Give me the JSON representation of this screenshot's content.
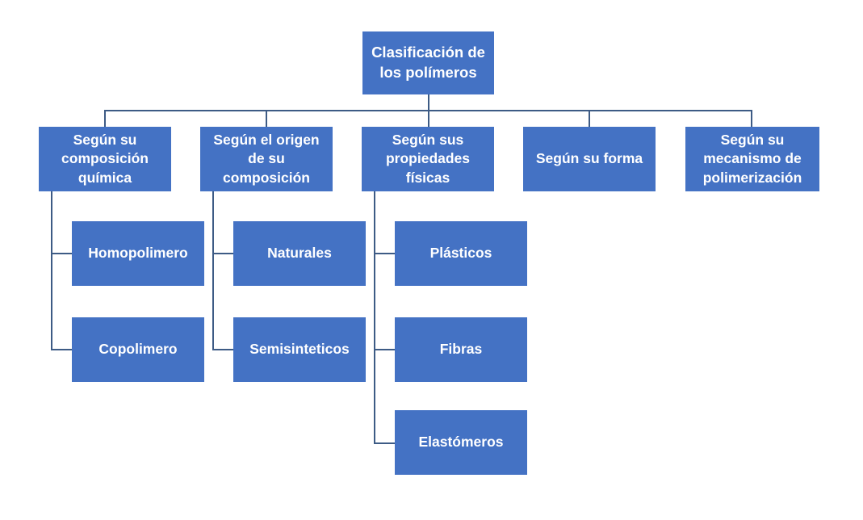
{
  "diagram": {
    "title": "Clasificación de los polímeros",
    "type": "hierarchy",
    "colors": {
      "box_fill": "#4472C4",
      "box_text": "#FFFFFF",
      "connector": "#3D5B85",
      "background": "#FFFFFF"
    },
    "tree": {
      "root": {
        "label": "Clasificación de\nlos polímeros"
      },
      "branches": [
        {
          "label": "Según su\ncomposición\nquímica",
          "children": [
            {
              "label": "Homopolimero"
            },
            {
              "label": "Copolimero"
            }
          ]
        },
        {
          "label": "Según el origen\nde su\ncomposición",
          "children": [
            {
              "label": "Naturales"
            },
            {
              "label": "Semisinteticos"
            }
          ]
        },
        {
          "label": "Según sus\npropiedades\nfísicas",
          "children": [
            {
              "label": "Plásticos"
            },
            {
              "label": "Fibras"
            },
            {
              "label": "Elastómeros"
            }
          ]
        },
        {
          "label": "Según su forma",
          "children": []
        },
        {
          "label": "Según su\nmecanismo de\npolimerización",
          "children": []
        }
      ]
    }
  }
}
